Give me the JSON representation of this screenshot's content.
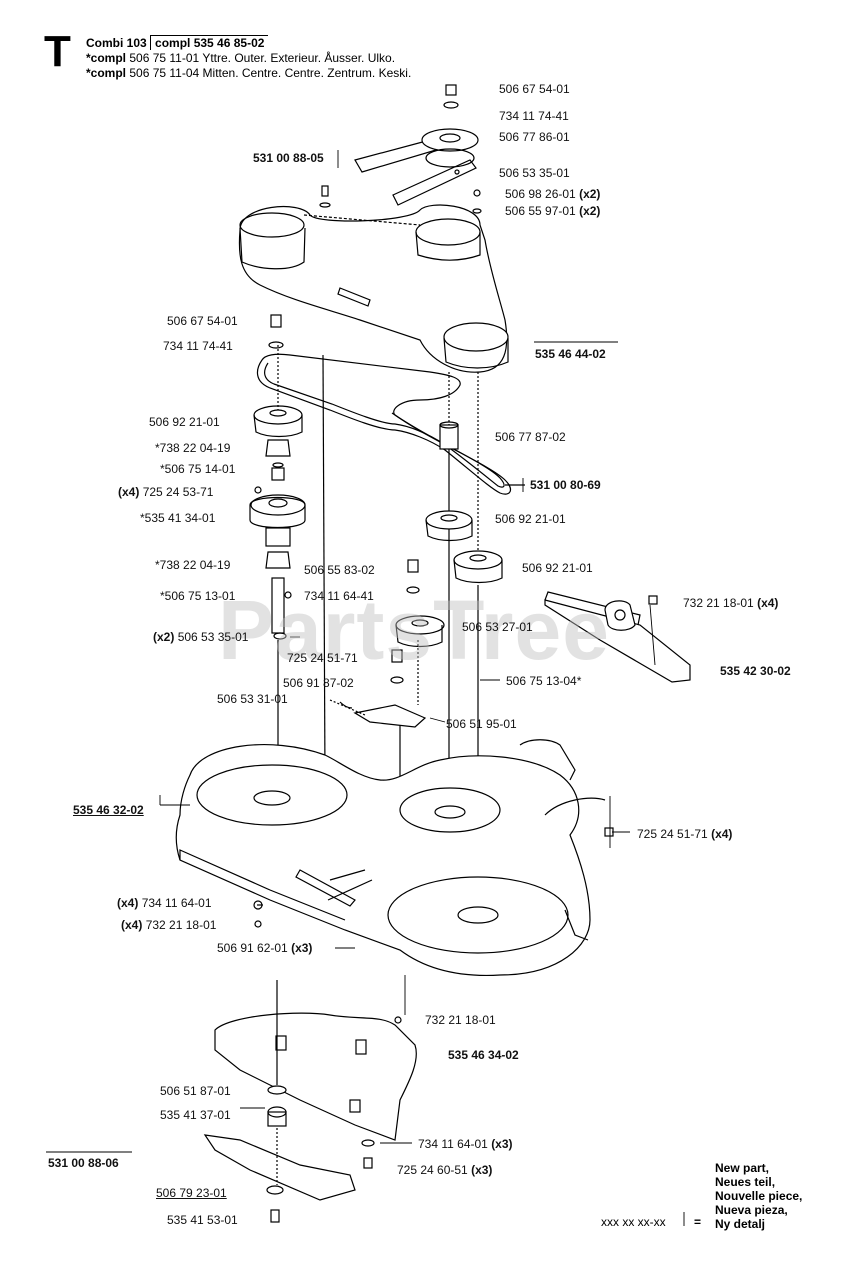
{
  "section_letter": "T",
  "header": {
    "model": "Combi 103",
    "compl": "compl 535 46 85-02",
    "line2_prefix": "*compl",
    "line2_rest": "506 75 11-01 Yttre. Outer. Exterieur. Åusser. Ulko.",
    "line3_prefix": "*compl",
    "line3_rest": "506 75 11-04 Mitten. Centre. Centre. Zentrum. Keski."
  },
  "watermark": "PartsTree",
  "callouts": {
    "p1": "506 67 54-01",
    "p2": "734 11 74-41",
    "p3": "506 77 86-01",
    "p4": "531 00 88-05",
    "p5": "506 53 35-01",
    "p6": "506 98 26-01",
    "p6q": "(x2)",
    "p7": "506 55 97-01",
    "p7q": "(x2)",
    "p8": "506 67 54-01",
    "p9": "734 11 74-41",
    "p10": "535 46 44-02",
    "p11": "506 92 21-01",
    "p12": "*738 22 04-19",
    "p13": "*506 75 14-01",
    "p14q": "(x4)",
    "p14": "725 24 53-71",
    "p15": "*535 41 34-01",
    "p16": "506 77 87-02",
    "p17": "531 00 80-69",
    "p18": "506 92 21-01",
    "p19": "*738 22 04-19",
    "p20": "506 55 83-02",
    "p21": "506 92 21-01",
    "p22": "*506 75 13-01",
    "p23": "734 11 64-41",
    "p24": "732 21 18-01",
    "p24q": "(x4)",
    "p25q": "(x2)",
    "p25": "506 53 35-01",
    "p26": "506 53 27-01",
    "p27": "535 42 30-02",
    "p28": "725 24 51-71",
    "p29": "506 91 87-02",
    "p30": "506 75 13-04*",
    "p31": "506 53 31-01",
    "p32": "506 51 95-01",
    "p33": "535 46 32-02",
    "p34": "725 24 51-71",
    "p34q": "(x4)",
    "p35q": "(x4)",
    "p35": "734 11 64-01",
    "p36q": "(x4)",
    "p36": "732 21 18-01",
    "p37": "506 91 62-01",
    "p37q": "(x3)",
    "p38": "732 21 18-01",
    "p39": "535 46 34-02",
    "p40": "506 51 87-01",
    "p41": "535 41 37-01",
    "p42": "734 11 64-01",
    "p42q": "(x3)",
    "p43": "531 00 88-06",
    "p44": "725 24 60-51",
    "p44q": "(x3)",
    "p45": "506 79 23-01",
    "p46": "535 41 53-01"
  },
  "legend": {
    "code": "xxx xx xx-xx",
    "equals": "=",
    "lines": [
      "New part,",
      "Neues teil,",
      "Nouvelle piece,",
      "Nueva pieza,",
      "Ny detalj"
    ]
  }
}
